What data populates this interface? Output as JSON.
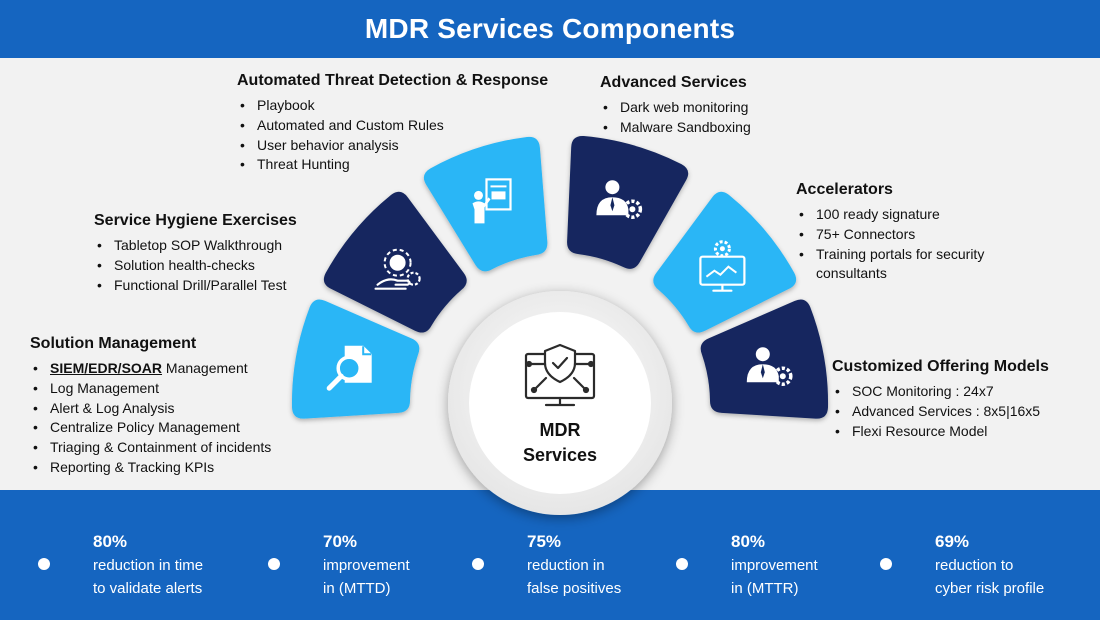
{
  "title": "MDR Services Components",
  "center_label": [
    "MDR",
    "Services"
  ],
  "colors": {
    "brand_blue": "#1565c0",
    "light_blue": "#29b6f6",
    "dark_navy": "#14275e",
    "background": "#f2f2f2"
  },
  "segments": [
    {
      "id": "solution-management",
      "icon": "magnifier-document-icon",
      "color": "light_blue"
    },
    {
      "id": "service-hygiene",
      "icon": "hand-gear-icon",
      "color": "dark_navy"
    },
    {
      "id": "automated-threat",
      "icon": "person-presentation-icon",
      "color": "light_blue"
    },
    {
      "id": "advanced-services",
      "icon": "person-gear-icon",
      "color": "dark_navy"
    },
    {
      "id": "accelerators",
      "icon": "monitor-gear-icon",
      "color": "light_blue"
    },
    {
      "id": "customized-offering",
      "icon": "person-gear-icon",
      "color": "dark_navy"
    }
  ],
  "blocks": {
    "solution_management": {
      "title": "Solution Management",
      "first_item_bold": "SIEM/EDR/SOAR",
      "first_item_rest": " Management",
      "items": [
        "Log Management",
        "Alert & Log Analysis",
        "Centralize Policy Management",
        "Triaging & Containment of incidents",
        "Reporting & Tracking KPIs"
      ]
    },
    "service_hygiene": {
      "title": "Service Hygiene Exercises",
      "items": [
        "Tabletop SOP Walkthrough",
        "Solution health-checks",
        "Functional Drill/Parallel Test"
      ]
    },
    "automated_threat": {
      "title": "Automated Threat Detection & Response",
      "items": [
        "Playbook",
        "Automated and Custom Rules",
        "User behavior analysis",
        "Threat Hunting"
      ]
    },
    "advanced_services": {
      "title": "Advanced Services",
      "items": [
        "Dark web monitoring",
        "Malware Sandboxing"
      ]
    },
    "accelerators": {
      "title": "Accelerators",
      "items": [
        "100 ready signature",
        "75+ Connectors",
        "Training portals for security consultants"
      ]
    },
    "customized_offering": {
      "title": "Customized Offering Models",
      "items": [
        "SOC Monitoring : 24x7",
        "Advanced Services : 8x5|16x5",
        "Flexi Resource Model"
      ]
    }
  },
  "stats": [
    {
      "value": "80%",
      "line1": "reduction in time",
      "line2": "to validate alerts"
    },
    {
      "value": "70%",
      "line1": "improvement",
      "line2": "in (MTTD)"
    },
    {
      "value": "75%",
      "line1": "reduction in",
      "line2": "false positives"
    },
    {
      "value": "80%",
      "line1": "improvement",
      "line2": "in (MTTR)"
    },
    {
      "value": "69%",
      "line1": "reduction to",
      "line2": "cyber risk profile"
    }
  ]
}
